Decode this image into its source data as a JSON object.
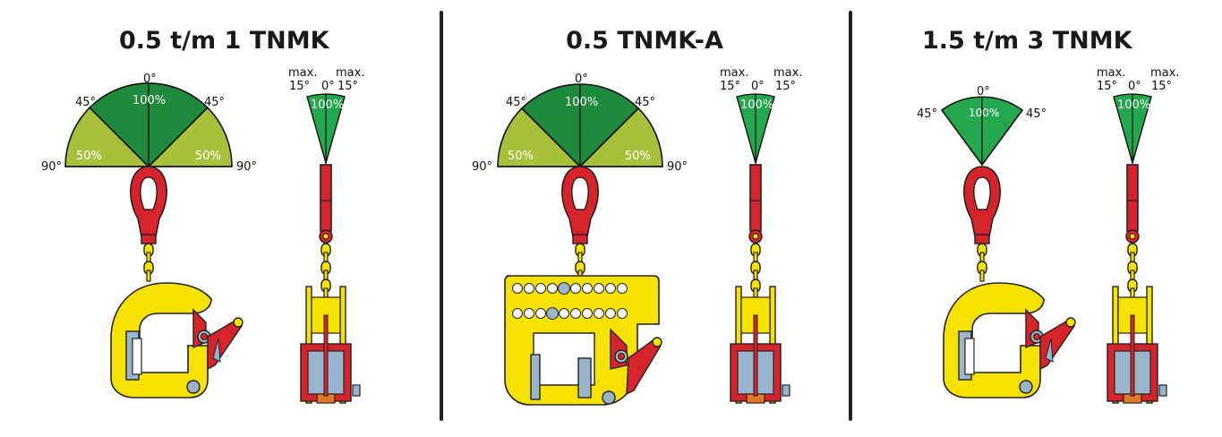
{
  "panels": [
    {
      "title": "0.5 t/m 1 TNMK",
      "front_labels": {
        "top": "0°",
        "left45": "45°",
        "right45": "45°",
        "left90": "90°",
        "right90": "90°",
        "center_pct": "100%",
        "left_pct": "50%",
        "right_pct": "50%"
      },
      "side_labels": {
        "max_left": "max.",
        "max_right": "max.",
        "deg_left": "15°",
        "deg_right": "15°",
        "top": "0°",
        "pct": "100%"
      }
    },
    {
      "title": "0.5 TNMK-A",
      "front_labels": {
        "top": "0°",
        "left45": "45°",
        "right45": "45°",
        "left90": "90°",
        "right90": "90°",
        "center_pct": "100%",
        "left_pct": "50%",
        "right_pct": "50%"
      },
      "side_labels": {
        "max_left": "max.",
        "max_right": "max.",
        "deg_left": "15°",
        "deg_right": "15°",
        "top": "0°",
        "pct": "100%"
      }
    },
    {
      "title": "1.5 t/m 3 TNMK",
      "front_labels": {
        "top": "0°",
        "left45": "45°",
        "right45": "45°",
        "center_pct": "100%"
      },
      "side_labels": {
        "max_left": "max.",
        "max_right": "max.",
        "deg_left": "15°",
        "deg_right": "15°",
        "top": "0°",
        "pct": "100%"
      }
    }
  ],
  "colors": {
    "dark_green": "#1e8a3c",
    "light_green": "#a8c03a",
    "bright_green": "#23a84e",
    "red": "#d6242a",
    "yellow": "#f6e200",
    "blue_grey": "#9ab4cc",
    "orange": "#e07a2a"
  }
}
